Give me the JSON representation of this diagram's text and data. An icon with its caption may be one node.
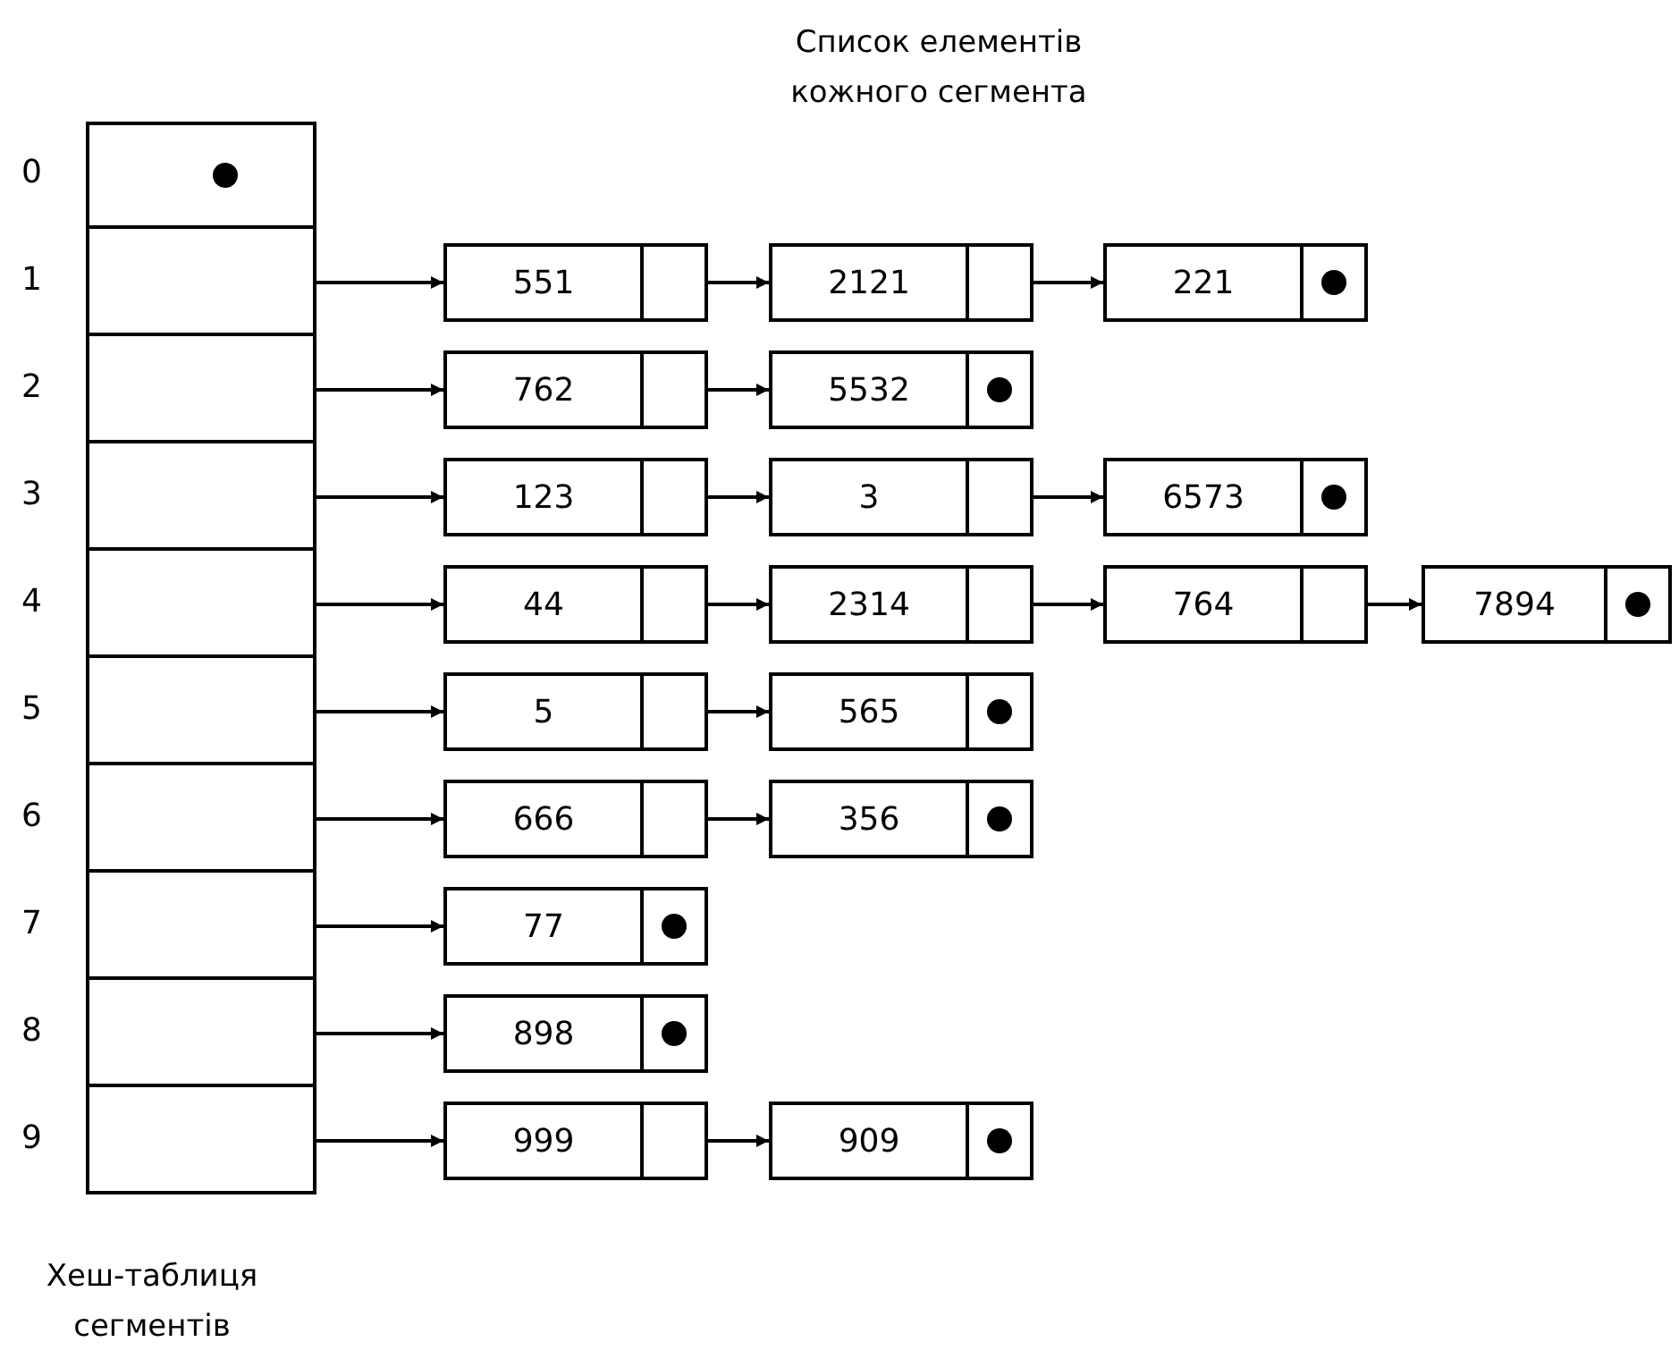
{
  "diagram": {
    "nodes": [
      {
        "text": [],
        "shape": "box",
        "beside": [
          "0"
        ]
      },
      {
        "text": [],
        "shape": "box",
        "beside": [
          "1"
        ]
      },
      {
        "text": [],
        "shape": "box",
        "beside": [
          "2"
        ]
      },
      {
        "text": [],
        "shape": "box",
        "beside": [
          "3"
        ]
      },
      {
        "text": [],
        "shape": "box",
        "beside": [
          "4"
        ]
      },
      {
        "text": [],
        "shape": "box",
        "beside": [
          "5"
        ]
      },
      {
        "text": [],
        "shape": "box",
        "beside": [
          "6"
        ]
      },
      {
        "text": [],
        "shape": "box",
        "beside": [
          "7"
        ]
      },
      {
        "text": [],
        "shape": "box",
        "beside": [
          "8"
        ]
      },
      {
        "text": [],
        "shape": "box",
        "beside": [
          "9"
        ]
      },
      {
        "text": [
          "551"
        ]
      },
      {
        "text": [
          "2121"
        ]
      },
      {
        "text": [
          "221"
        ]
      },
      {
        "text": [
          "762"
        ]
      },
      {
        "text": [
          "5532"
        ]
      },
      {
        "text": [
          "123"
        ]
      },
      {
        "text": [
          "3"
        ]
      },
      {
        "text": [
          "6573"
        ]
      },
      {
        "text": [
          "44"
        ]
      },
      {
        "text": [
          "2314"
        ]
      },
      {
        "text": [
          "764"
        ]
      },
      {
        "text": [
          "7894"
        ]
      },
      {
        "text": [
          "5"
        ]
      },
      {
        "text": [
          "565"
        ]
      },
      {
        "text": [
          "666"
        ]
      },
      {
        "text": [
          "356"
        ]
      },
      {
        "text": [
          "77"
        ]
      },
      {
        "text": [
          "898"
        ]
      },
      {
        "text": [
          "999"
        ]
      },
      {
        "text": [
          "909"
        ]
      }
    ],
    "edges": [
      {
        "from": 1,
        "to": 10,
        "arrow": "to"
      },
      {
        "from": 10,
        "to": 11,
        "arrow": "to"
      },
      {
        "from": 11,
        "to": 12,
        "arrow": "to"
      },
      {
        "from": 2,
        "to": 13,
        "arrow": "to"
      },
      {
        "from": 13,
        "to": 14,
        "arrow": "to"
      },
      {
        "from": 3,
        "to": 15,
        "arrow": "to"
      },
      {
        "from": 15,
        "to": 16,
        "arrow": "to"
      },
      {
        "from": 16,
        "to": 17,
        "arrow": "to"
      },
      {
        "from": 4,
        "to": 18,
        "arrow": "to"
      },
      {
        "from": 18,
        "to": 19,
        "arrow": "to"
      },
      {
        "from": 19,
        "to": 20,
        "arrow": "to"
      },
      {
        "from": 20,
        "to": 21,
        "arrow": "to"
      },
      {
        "from": 5,
        "to": 22,
        "arrow": "to"
      },
      {
        "from": 22,
        "to": 23,
        "arrow": "to"
      },
      {
        "from": 6,
        "to": 24,
        "arrow": "to"
      },
      {
        "from": 24,
        "to": 25,
        "arrow": "to"
      },
      {
        "from": 7,
        "to": 26,
        "arrow": "to"
      },
      {
        "from": 8,
        "to": 27,
        "arrow": "to"
      },
      {
        "from": 9,
        "to": 28,
        "arrow": "to"
      },
      {
        "from": 28,
        "to": 29,
        "arrow": "to"
      }
    ],
    "labels": [
      "Список елементів кожного сегмента",
      "Хеш-таблиця сегментів"
    ]
  }
}
